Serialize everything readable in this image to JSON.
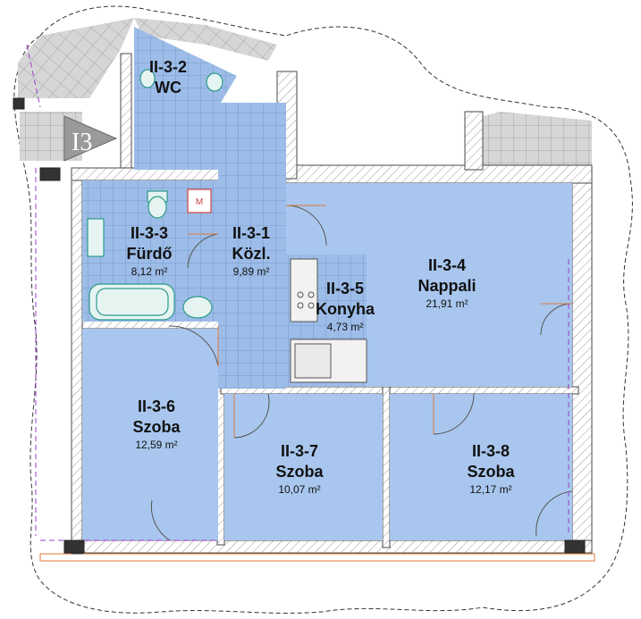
{
  "floor_plan": {
    "stair_marker": "I3",
    "meter_symbol": "M",
    "rooms": [
      {
        "code": "II-3-2",
        "name": "WC",
        "area": ""
      },
      {
        "code": "II-3-3",
        "name": "Fürdő",
        "area": "8,12 m²"
      },
      {
        "code": "II-3-1",
        "name": "Közl.",
        "area": "9,89 m²"
      },
      {
        "code": "II-3-5",
        "name": "Konyha",
        "area": "4,73 m²"
      },
      {
        "code": "II-3-4",
        "name": "Nappali",
        "area": "21,91 m²"
      },
      {
        "code": "II-3-6",
        "name": "Szoba",
        "area": "12,59 m²"
      },
      {
        "code": "II-3-7",
        "name": "Szoba",
        "area": "10,07 m²"
      },
      {
        "code": "II-3-8",
        "name": "Szoba",
        "area": "12,17 m²"
      }
    ],
    "colors": {
      "room_fill": "#a9c7ee",
      "tile_fill": "#9dbde8",
      "tile_grid": "#6b8fc6",
      "terrace_fill": "#d2d2d2",
      "wall": "#4a4a4a",
      "door": "#e07a3a",
      "dimension": "#9b3cc8",
      "fixture": "#2a9a8a"
    }
  }
}
